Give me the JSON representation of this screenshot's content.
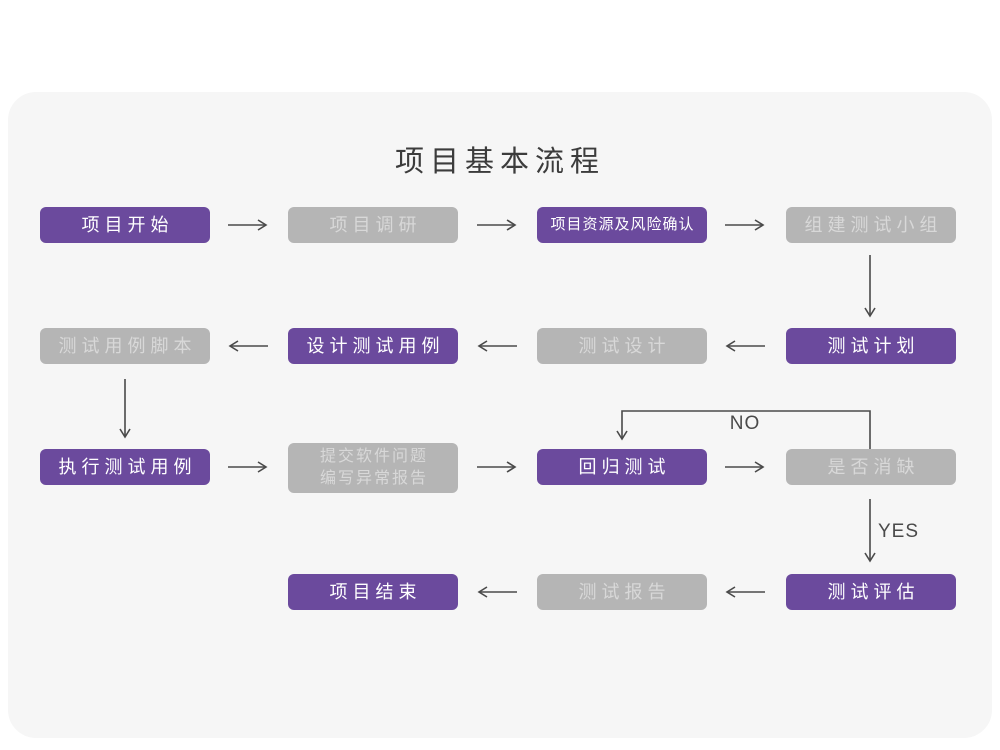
{
  "title": "项目基本流程",
  "colors": {
    "pageBg": "#ffffff",
    "cardBg": "#f6f6f6",
    "purple": "#6b4a9d",
    "purpleText": "#ffffff",
    "gray": "#b5b5b5",
    "grayText": "#d8d8d8",
    "titleText": "#3c3c3c",
    "arrow": "#4a4a4a"
  },
  "nodes": [
    {
      "id": "project-start",
      "label": "项目开始",
      "variant": "purple"
    },
    {
      "id": "project-research",
      "label": "项目调研",
      "variant": "gray"
    },
    {
      "id": "resource-risk",
      "label": "项目资源及风险确认",
      "variant": "purple"
    },
    {
      "id": "build-test-team",
      "label": "组建测试小组",
      "variant": "gray"
    },
    {
      "id": "test-case-script",
      "label": "测试用例脚本",
      "variant": "gray"
    },
    {
      "id": "design-test-case",
      "label": "设计测试用例",
      "variant": "purple"
    },
    {
      "id": "test-design",
      "label": "测试设计",
      "variant": "gray"
    },
    {
      "id": "test-plan",
      "label": "测试计划",
      "variant": "purple"
    },
    {
      "id": "execute-test-case",
      "label": "执行测试用例",
      "variant": "purple"
    },
    {
      "id": "submit-issue-report",
      "label": "提交软件问题\n编写异常报告",
      "variant": "gray"
    },
    {
      "id": "regression-test",
      "label": "回归测试",
      "variant": "purple"
    },
    {
      "id": "defect-cleared",
      "label": "是否消缺",
      "variant": "gray"
    },
    {
      "id": "project-end",
      "label": "项目结束",
      "variant": "purple"
    },
    {
      "id": "test-report",
      "label": "测试报告",
      "variant": "gray"
    },
    {
      "id": "test-evaluation",
      "label": "测试评估",
      "variant": "purple"
    }
  ],
  "edge_labels": {
    "no": "NO",
    "yes": "YES"
  }
}
